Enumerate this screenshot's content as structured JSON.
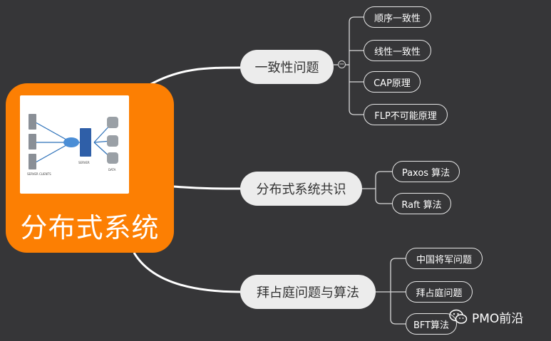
{
  "root": {
    "title": "分布式系统",
    "image_labels": {
      "clients": "SERVER\nCLIENTS",
      "server": "SERVER",
      "data": "DATA"
    }
  },
  "branches": [
    {
      "label": "一致性问题",
      "children": [
        "顺序一致性",
        "线性一致性",
        "CAP原理",
        "FLP不可能原理"
      ]
    },
    {
      "label": "分布式系统共识",
      "children": [
        "Paxos 算法",
        "Raft 算法"
      ]
    },
    {
      "label": "拜占庭问题与算法",
      "children": [
        "中国将军问题",
        "拜占庭问题",
        "BFT算法"
      ]
    }
  ],
  "collapse_symbol": "−",
  "watermark": {
    "text": "PMO前沿",
    "icon": "wechat-icon"
  },
  "colors": {
    "background": "#363638",
    "root": "#fc7f03",
    "node": "#ececec",
    "line": "#ffffff"
  }
}
